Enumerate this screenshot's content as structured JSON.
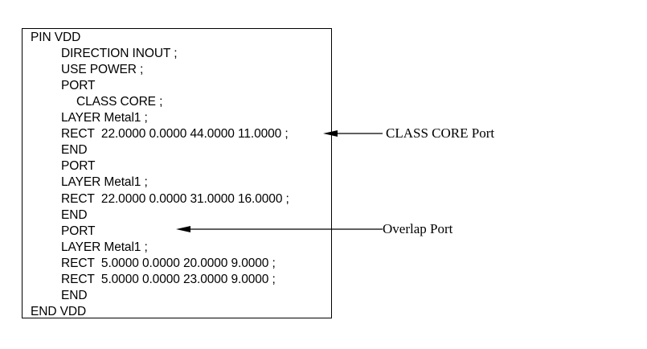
{
  "code_block": {
    "lines": [
      {
        "text": "PIN VDD",
        "indent": 0
      },
      {
        "text": "DIRECTION INOUT ;",
        "indent": 1
      },
      {
        "text": "USE POWER ;",
        "indent": 1
      },
      {
        "text": "PORT",
        "indent": 1
      },
      {
        "text": "CLASS CORE ;",
        "indent": 2
      },
      {
        "text": "LAYER Metal1 ;",
        "indent": 1
      },
      {
        "text": "RECT  22.0000 0.0000 44.0000 11.0000 ;",
        "indent": 1
      },
      {
        "text": "END",
        "indent": 1
      },
      {
        "text": "PORT",
        "indent": 1
      },
      {
        "text": "LAYER Metal1 ;",
        "indent": 1
      },
      {
        "text": "RECT  22.0000 0.0000 31.0000 16.0000 ;",
        "indent": 1
      },
      {
        "text": "END",
        "indent": 1
      },
      {
        "text": "PORT",
        "indent": 1
      },
      {
        "text": "LAYER Metal1 ;",
        "indent": 1
      },
      {
        "text": "RECT  5.0000 0.0000 20.0000 9.0000 ;",
        "indent": 1
      },
      {
        "text": "RECT  5.0000 0.0000 23.0000 9.0000 ;",
        "indent": 1
      },
      {
        "text": "END",
        "indent": 1
      },
      {
        "text": "END VDD",
        "indent": 0
      }
    ]
  },
  "annotations": {
    "class_core_label": "CLASS CORE Port",
    "overlap_label": "Overlap Port"
  },
  "colors": {
    "ink": "#000000",
    "background": "#ffffff"
  }
}
